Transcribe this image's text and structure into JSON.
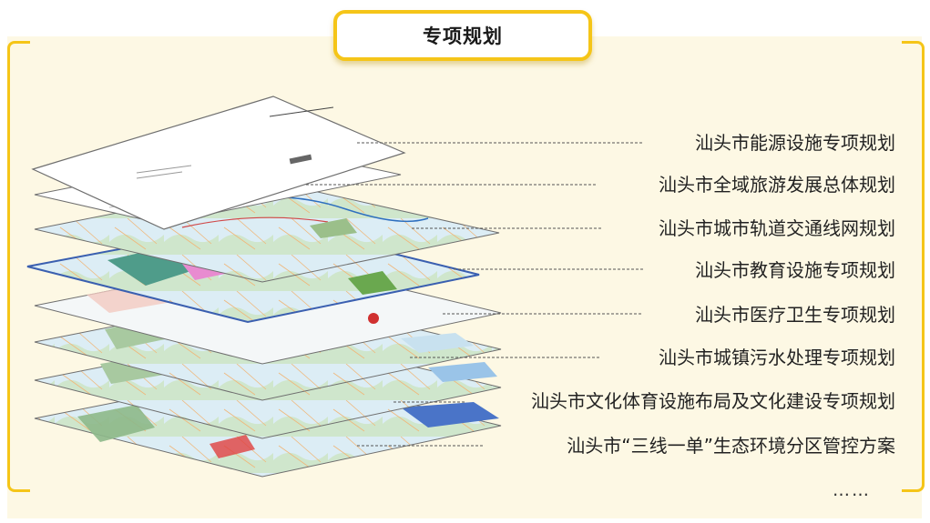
{
  "title": "专项规划",
  "plans": [
    {
      "label": "汕头市能源设施专项规划"
    },
    {
      "label": "汕头市全域旅游发展总体规划"
    },
    {
      "label": "汕头市城市轨道交通线网规划"
    },
    {
      "label": "汕头市教育设施专项规划"
    },
    {
      "label": "汕头市医疗卫生专项规划"
    },
    {
      "label": "汕头市城镇污水处理专项规划"
    },
    {
      "label": "汕头市文化体育设施布局及文化建设专项规划"
    },
    {
      "label": "汕头市“三线一单”生态环境分区管控方案"
    }
  ],
  "more": "……",
  "colors": {
    "accent": "#f5c518",
    "panel_bg": "#fdf8e4",
    "leader_line": "#555555",
    "map_sea": "#dcedf5",
    "map_land": "#a8c9a0"
  }
}
